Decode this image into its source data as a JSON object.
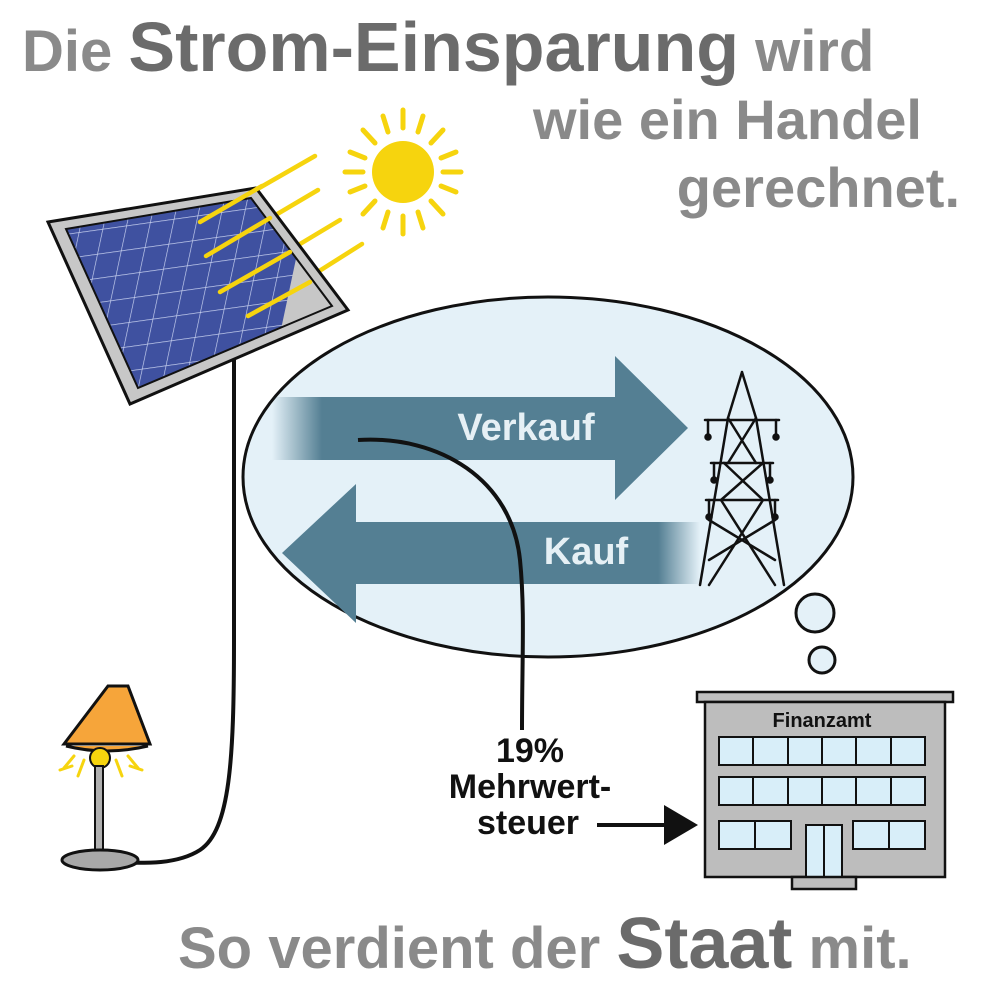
{
  "title": {
    "line1_pre": "Die ",
    "line1_strong": "Strom-Einsparung",
    "line1_post": " wird",
    "line2": "wie ein Handel",
    "line3": "gerechnet."
  },
  "bubble": {
    "sell_label": "Verkauf",
    "buy_label": "Kauf"
  },
  "tax": {
    "percent": "19%",
    "line1": "Mehrwert-",
    "line2": "steuer"
  },
  "building": {
    "sign": "Finanzamt"
  },
  "footer": {
    "pre": "So verdient der ",
    "strong": "Staat",
    "post": " mit."
  },
  "colors": {
    "title_gray": "#8a8a8a",
    "title_dark": "#6b6b6b",
    "arrow": "#547f93",
    "bubble": "#e4f1f8",
    "sun": "#f6d40e",
    "lamp_shade": "#f6a53a",
    "panel": "#3d4f9e"
  }
}
